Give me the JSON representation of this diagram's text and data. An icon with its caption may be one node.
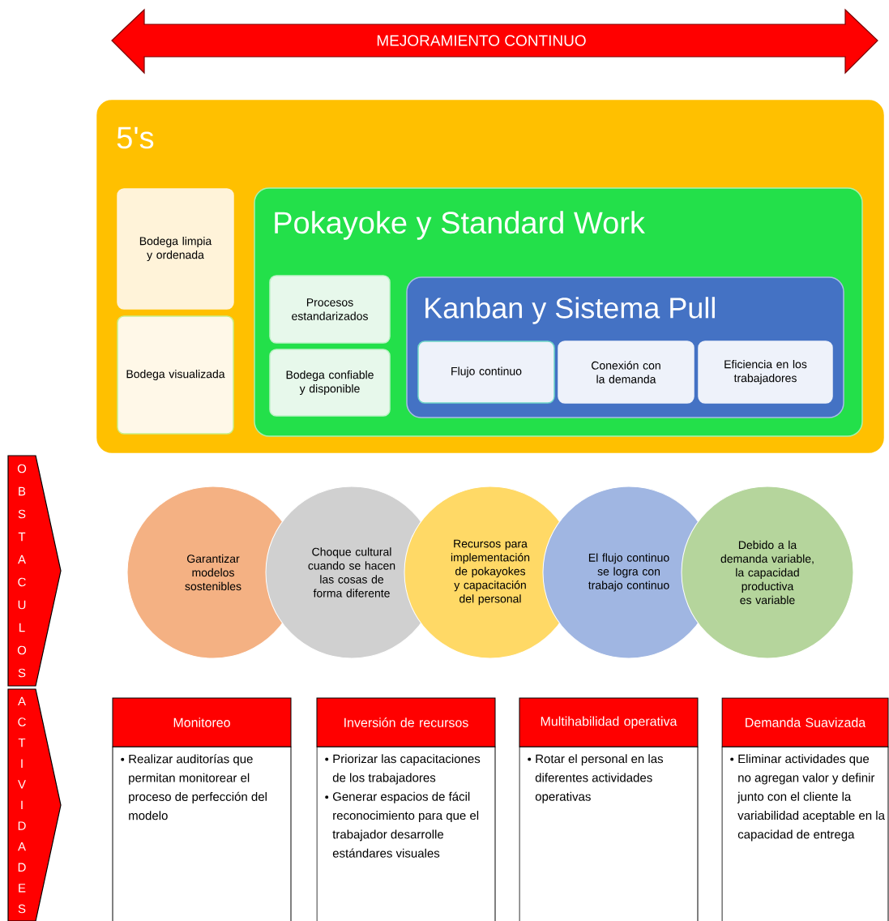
{
  "diagram": {
    "nodes": [
      {
        "text": [
          "MEJORAMIENTO CONTINUO"
        ]
      },
      {
        "text": [
          "5's"
        ]
      },
      {
        "text": [
          "Bodega limpia y ordenada"
        ],
        "in": 1
      },
      {
        "text": [
          "Bodega visualizada"
        ],
        "in": 1
      },
      {
        "text": [
          "Pokayoke y Standard Work"
        ],
        "in": 1
      },
      {
        "text": [
          "Procesos estandarizados"
        ],
        "in": 4
      },
      {
        "text": [
          "Bodega confiable y disponible"
        ],
        "in": 4
      },
      {
        "text": [
          "Kanban y Sistema Pull"
        ],
        "in": 4
      },
      {
        "text": [
          "Flujo continuo"
        ],
        "in": 7
      },
      {
        "text": [
          "Conexión con la demanda"
        ],
        "in": 7
      },
      {
        "text": [
          "Eficiencia en los trabajadores"
        ],
        "in": 7
      },
      {
        "text": [
          "OBSTACULOS"
        ]
      },
      {
        "text": [
          "Garantizar modelos sostenibles"
        ]
      },
      {
        "text": [
          "Choque cultural cuando se hacen las cosas de forma diferente"
        ]
      },
      {
        "text": [
          "Recursos para implementación de pokayokes y capacitación del personal"
        ]
      },
      {
        "text": [
          "El flujo continuo se logra con trabajo continuo"
        ]
      },
      {
        "text": [
          "Debido a la demanda variable, la capacidad productiva es variable"
        ]
      },
      {
        "text": [
          "ACTIVIDADES"
        ]
      },
      {
        "text": [
          "Monitoreo",
          "Realizar auditorías que permitan monitorear el proceso de perfección del modelo"
        ]
      },
      {
        "text": [
          "Inversión de recursos",
          "Priorizar las capacitaciones de los trabajadores",
          "Generar espacios de fácil reconocimiento para que el trabajador desarrolle estándares visuales"
        ]
      },
      {
        "text": [
          "Multihabilidad operativa",
          "Rotar el personal en las diferentes actividades operativas"
        ]
      },
      {
        "text": [
          "Demanda Suavizada",
          "Eliminar actividades que no agregan valor y definir junto con el cliente la variabilidad aceptable en la capacidad de entrega"
        ]
      }
    ]
  }
}
